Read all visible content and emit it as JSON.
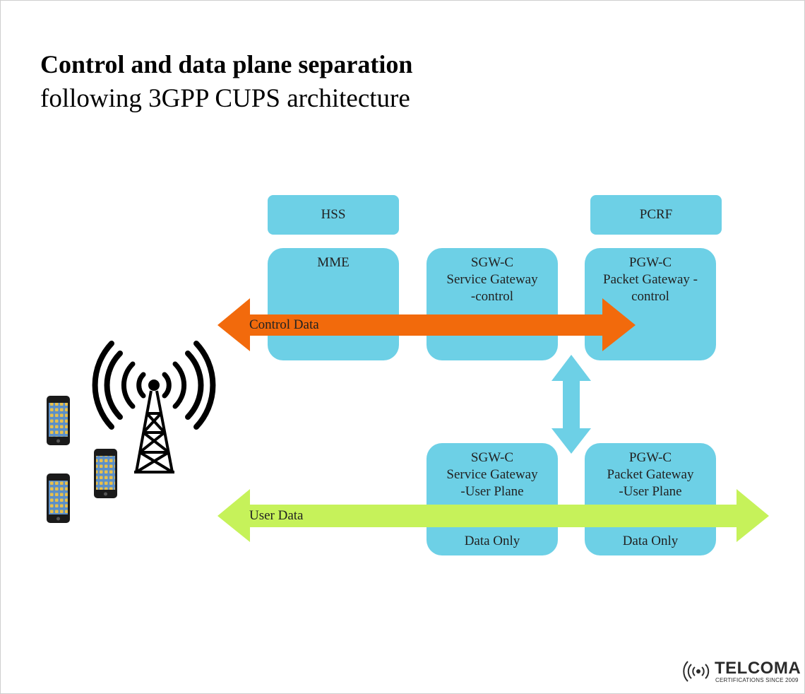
{
  "title": {
    "line1": "Control and data plane separation",
    "line2": "following 3GPP CUPS architecture"
  },
  "nodes": {
    "hss": {
      "label": "HSS"
    },
    "pcrf": {
      "label": "PCRF"
    },
    "mme": {
      "label": "MME"
    },
    "sgw_c": {
      "lines": [
        "SGW-C",
        "Service Gateway",
        "-control"
      ]
    },
    "pgw_c": {
      "lines": [
        "PGW-C",
        "Packet Gateway -",
        "control"
      ]
    },
    "sgw_u": {
      "lines": [
        "SGW-C",
        "Service Gateway",
        "-User Plane"
      ],
      "footer": "Data Only"
    },
    "pgw_u": {
      "lines": [
        "PGW-C",
        "Packet Gateway",
        "-User Plane"
      ],
      "footer": "Data Only"
    }
  },
  "arrows": {
    "control": {
      "label": "Control Data",
      "color": "#f26a0c"
    },
    "user": {
      "label": "User Data",
      "color": "#c6f25a"
    },
    "vertical": {
      "color": "#6dd0e6"
    }
  },
  "colors": {
    "box": "#6dd0e6",
    "background": "#ffffff"
  },
  "icons": [
    "cell-tower-icon",
    "smartphone-icon"
  ],
  "logo": {
    "name": "TELCOMA",
    "tagline": "CERTIFICATIONS SINCE 2009"
  }
}
